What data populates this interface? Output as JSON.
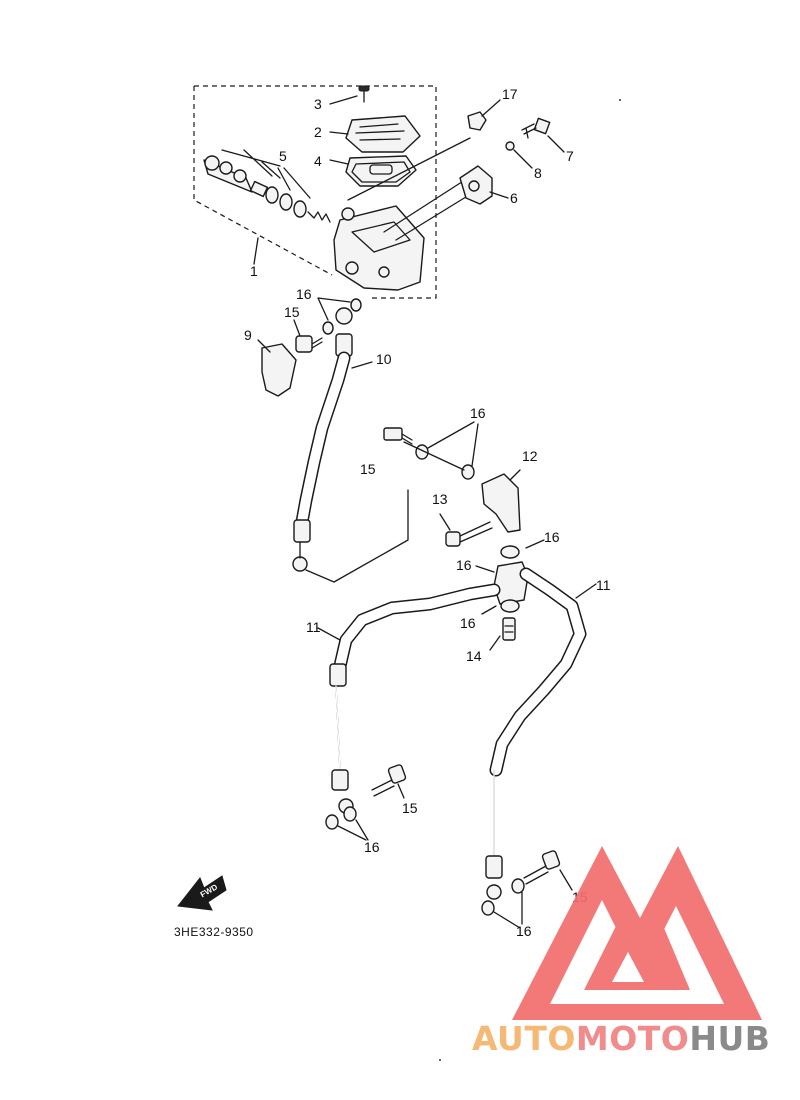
{
  "diagram": {
    "part_code": "3HE332-9350",
    "fwd_label": "FWD",
    "callouts": {
      "c1": "1",
      "c2": "2",
      "c3": "3",
      "c4": "4",
      "c5": "5",
      "c6": "6",
      "c7": "7",
      "c8": "8",
      "c9": "9",
      "c10": "10",
      "c11a": "11",
      "c11b": "11",
      "c12": "12",
      "c13": "13",
      "c14": "14",
      "c15a": "15",
      "c15b": "15",
      "c15c": "15",
      "c15d": "15",
      "c16a": "16",
      "c16b": "16",
      "c16c": "16",
      "c16d": "16",
      "c16e": "16",
      "c16f": "16",
      "c16g": "16",
      "c17": "17"
    }
  },
  "watermark": {
    "part1": "AUTO",
    "part2": "MOTO",
    "part3": "HUB",
    "colors": {
      "auto": "#f5b975",
      "moto": "#f28b8b",
      "hub": "#8a8a8a",
      "logo": "#f26d6d"
    }
  }
}
